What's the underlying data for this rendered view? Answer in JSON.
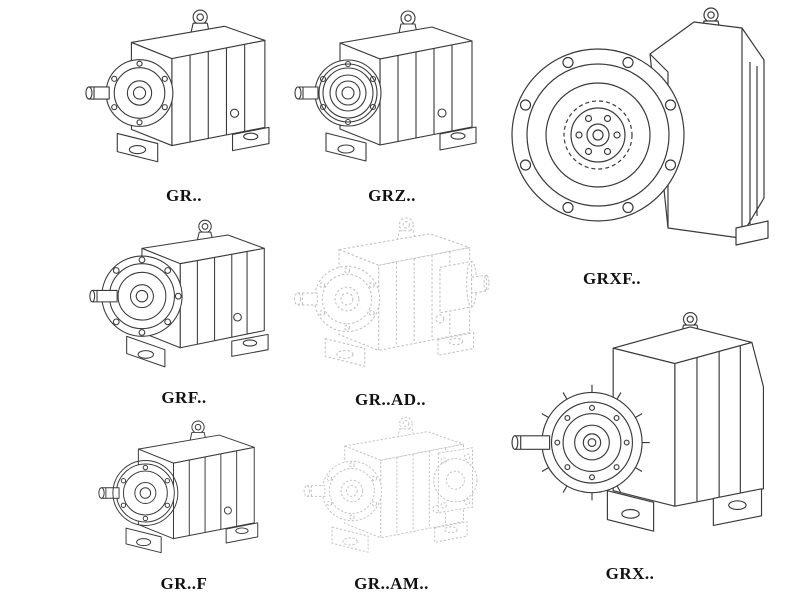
{
  "page": {
    "description": "Catalog sheet of GR series helical gear reducer variants, technical line drawings",
    "ink_color": "#3a3a3a",
    "phantom_color": "#c3c3c3",
    "background": "#ffffff"
  },
  "figures": [
    {
      "id": "gr",
      "label": "GR.."
    },
    {
      "id": "grz",
      "label": "GRZ.."
    },
    {
      "id": "grxf",
      "label": "GRXF.."
    },
    {
      "id": "grf",
      "label": "GRF.."
    },
    {
      "id": "grad",
      "label": "GR..AD.."
    },
    {
      "id": "grfoot",
      "label": "GR..F"
    },
    {
      "id": "gram",
      "label": "GR..AM.."
    },
    {
      "id": "grx",
      "label": "GRX.."
    }
  ]
}
